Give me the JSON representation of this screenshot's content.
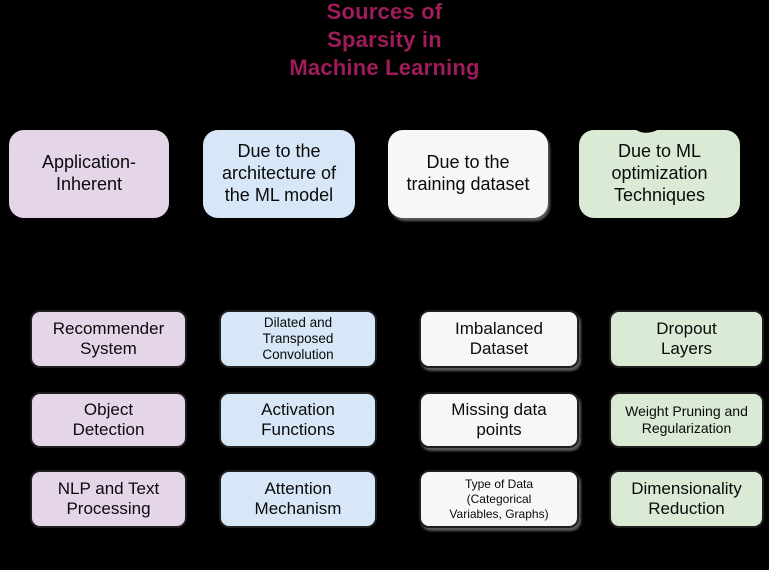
{
  "title": {
    "text": "Sources of\nSparsity in\nMachine Learning",
    "color": "#9d1c59"
  },
  "palette": {
    "background": "#000000",
    "text": "#0a0a0a",
    "box_border": "#1f1f1f",
    "purple": "#e4d5e9",
    "blue": "#d7e7f8",
    "white": "#f7f7f7",
    "green": "#dbead5"
  },
  "columns": [
    {
      "id": "application-inherent",
      "fill": "#e4d5e9",
      "header": "Application-\nInherent",
      "items": [
        "Recommender\nSystem",
        "Object\nDetection",
        "NLP and Text\nProcessing"
      ]
    },
    {
      "id": "ml-model-architecture",
      "fill": "#d7e7f8",
      "header": "Due to the\narchitecture of\nthe ML model",
      "items": [
        "Dilated and\nTransposed\nConvolution",
        "Activation\nFunctions",
        "Attention\nMechanism"
      ]
    },
    {
      "id": "training-dataset",
      "fill": "#f7f7f7",
      "header": "Due to the\ntraining dataset",
      "items": [
        "Imbalanced\nDataset",
        "Missing data\npoints",
        "Type of Data\n(Categorical\nVariables, Graphs)"
      ]
    },
    {
      "id": "ml-optimization",
      "fill": "#dbead5",
      "header": "Due to ML\noptimization\nTechniques",
      "items": [
        "Dropout\nLayers",
        "Weight Pruning and\nRegularization",
        "Dimensionality\nReduction"
      ]
    }
  ]
}
